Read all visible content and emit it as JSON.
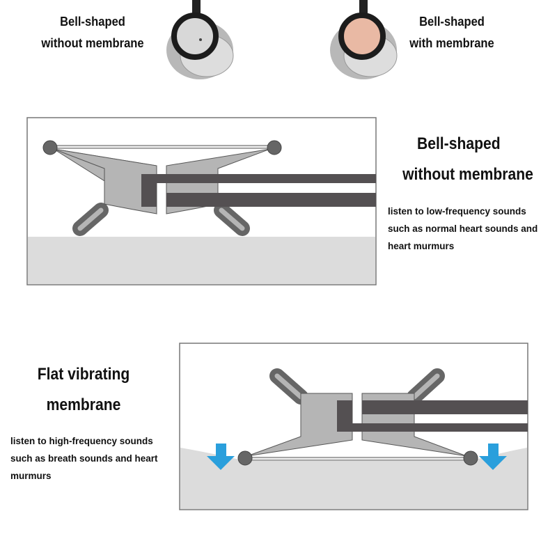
{
  "top": {
    "left_caption": [
      "Bell-shaped",
      "without membrane"
    ],
    "right_caption": [
      "Bell-shaped",
      "with membrane"
    ]
  },
  "section1": {
    "title": [
      "Bell-shaped",
      "without membrane"
    ],
    "description": [
      "listen to low-frequency sounds",
      "such as normal heart sounds and",
      "heart murmurs"
    ]
  },
  "section2": {
    "title": [
      "Flat vibrating",
      "membrane"
    ],
    "description": [
      "listen to high-frequency sounds",
      "such as breath sounds and heart",
      "murmurs"
    ]
  },
  "colors": {
    "arrow": "#2a9fdc",
    "body": "#b5b5b5",
    "tube": "#545052",
    "ground": "#dcdcdc",
    "membrane_pink": "#e9b9a4"
  }
}
